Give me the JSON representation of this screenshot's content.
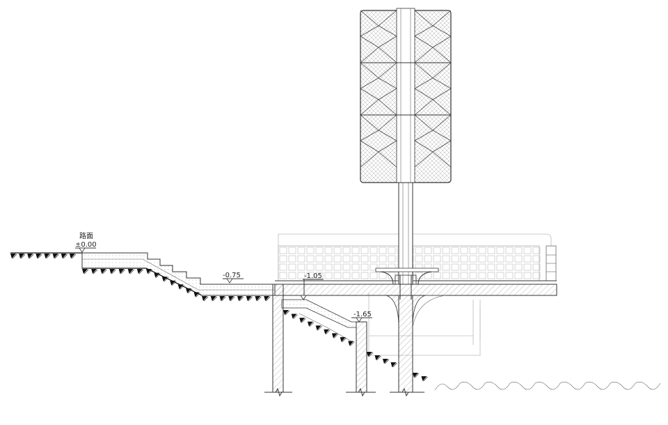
{
  "labels": {
    "road_surface": "路面",
    "level_0": "±0.00",
    "level_075": "-0.75",
    "level_105": "-1.05",
    "level_165": "-1.65"
  },
  "colors": {
    "line": "#333333",
    "hatch": "#777777",
    "faint": "#bbbbbb",
    "ground": "#111111"
  },
  "icons": [
    "elevation-marker-icon",
    "ground-hatch-icon",
    "water-wave-icon",
    "break-line-icon"
  ]
}
